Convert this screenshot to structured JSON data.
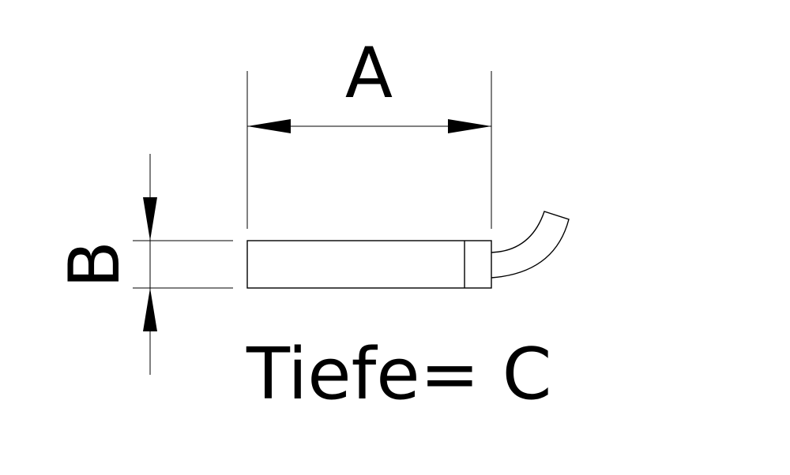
{
  "dimensions": {
    "length_label": "A",
    "height_label": "B",
    "depth_note": "Tiefe= C"
  }
}
